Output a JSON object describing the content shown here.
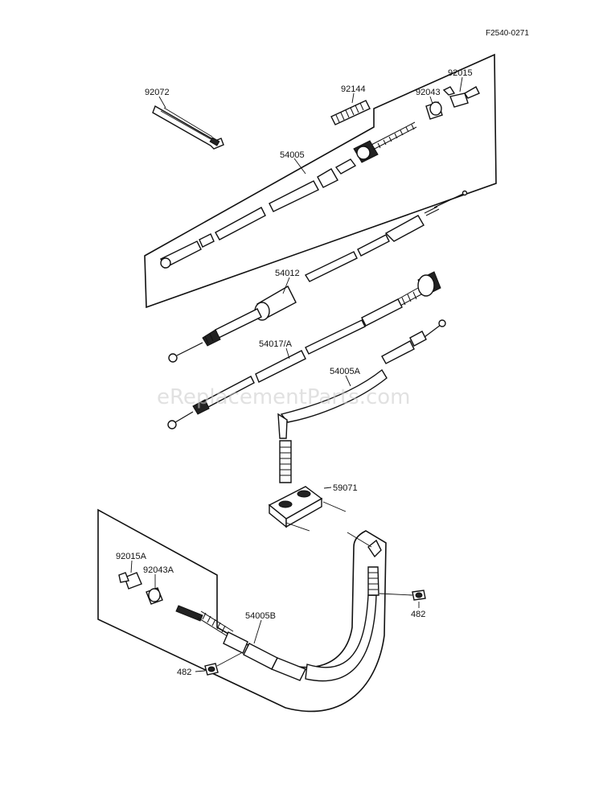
{
  "diagram": {
    "figure_code": "F2540-0271",
    "watermark": "eReplacementParts.com",
    "labels": {
      "p92072": "92072",
      "p92144": "92144",
      "p92043": "92043",
      "p92015": "92015",
      "p54005": "54005",
      "p54012": "54012",
      "p54017A": "54017/A",
      "p54005A": "54005A",
      "p59071": "59071",
      "p92015A": "92015A",
      "p92043A": "92043A",
      "p54005B": "54005B",
      "p482_right": "482",
      "p482_left": "482"
    }
  }
}
